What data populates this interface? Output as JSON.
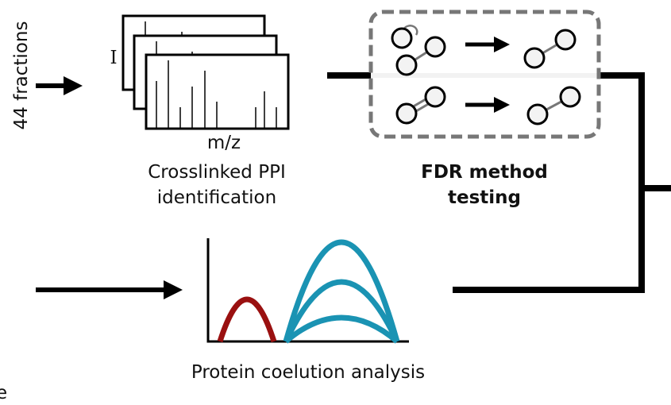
{
  "input": {
    "label": "44 fractions"
  },
  "ms_panel": {
    "y_axis_label": "I",
    "x_axis_label": "m/z",
    "caption_line1": "Crosslinked PPI",
    "caption_line2": "identification"
  },
  "fdr_panel": {
    "caption_line1": "FDR method",
    "caption_line2": "testing"
  },
  "coelution_panel": {
    "caption": "Protein coelution analysis"
  },
  "edge_fragment": {
    "text": "e"
  },
  "colors": {
    "red_peak": "#9a1010",
    "blue_peaks": "#1a93b3",
    "dashed_box": "#777777"
  }
}
